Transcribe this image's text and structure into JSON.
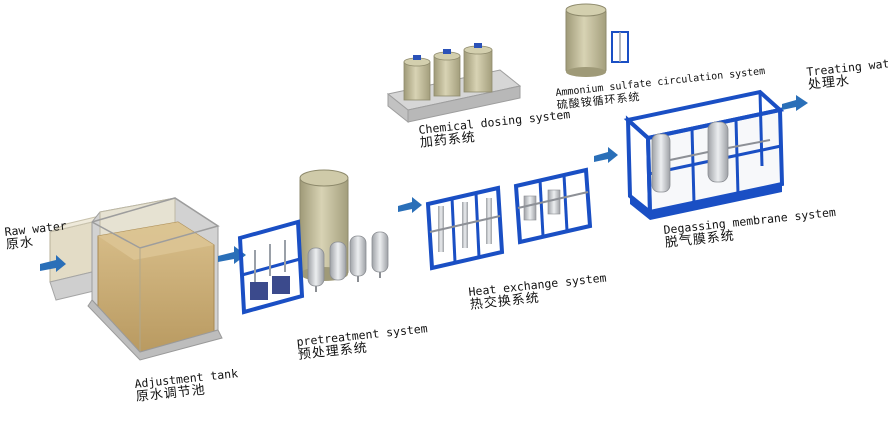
{
  "stages": {
    "raw_water": {
      "en": "Raw water",
      "zh": "原水"
    },
    "adjustment_tank": {
      "en": "Adjustment tank",
      "zh": "原水调节池"
    },
    "pretreatment": {
      "en": "pretreatment system",
      "zh": "预处理系统"
    },
    "chemical_dosing": {
      "en": "Chemical dosing system",
      "zh": "加药系统"
    },
    "ammonium_sulfate": {
      "en": "Ammonium sulfate circulation system",
      "zh": "硫酸铵循环系统"
    },
    "heat_exchange": {
      "en": "Heat exchange system",
      "zh": "热交换系统"
    },
    "degassing_membrane": {
      "en": "Degassing membrane system",
      "zh": "脱气膜系统"
    },
    "treating_water": {
      "en": "Treating water",
      "zh": "处理水"
    }
  },
  "colors": {
    "frame_blue": "#1a4fc4",
    "arrow_blue": "#2a6fb8",
    "tank_fill": "#c9c3a0",
    "water_fill": "#c9ab73",
    "grey_equipment": "#b9bcc2"
  }
}
